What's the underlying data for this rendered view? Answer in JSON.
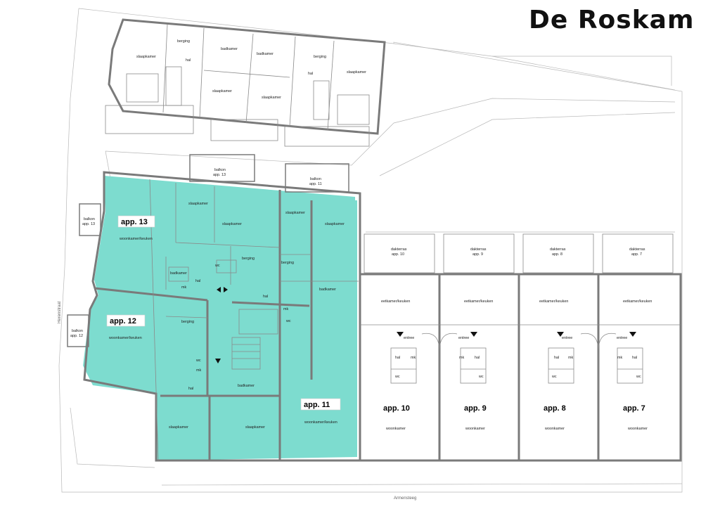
{
  "logo": {
    "text": "De Roskam"
  },
  "streets": {
    "west": "Herenstraat",
    "south": "Armensteeg"
  },
  "apartments": {
    "app13": "app. 13",
    "app12": "app. 12",
    "app11": "app. 11",
    "app10": "app. 10",
    "app9": "app. 9",
    "app8": "app. 8",
    "app7": "app. 7"
  },
  "rooms": {
    "slaapkamer": "slaapkamer",
    "badkamer": "badkamer",
    "berging": "berging",
    "hal": "hal",
    "wc": "wc",
    "mk": "mk",
    "entree": "entree",
    "woonkamer": "woonkamer",
    "woonkamer_keuken": "woonkamer/keuken",
    "eetkamer_keuken": "eetkamer/keuken",
    "balkon": "balkon",
    "dakterras": "dakterras",
    "balkon_app13": "app. 13",
    "balkon_app12": "app. 12",
    "balkon_app11": "app. 11",
    "dakterras_app10": "app. 10",
    "dakterras_app9": "app. 9",
    "dakterras_app8": "app. 8",
    "dakterras_app7": "app. 7"
  },
  "colors": {
    "highlight": "#7ddccf",
    "walls": "#7a7a7a",
    "background": "#ffffff"
  }
}
